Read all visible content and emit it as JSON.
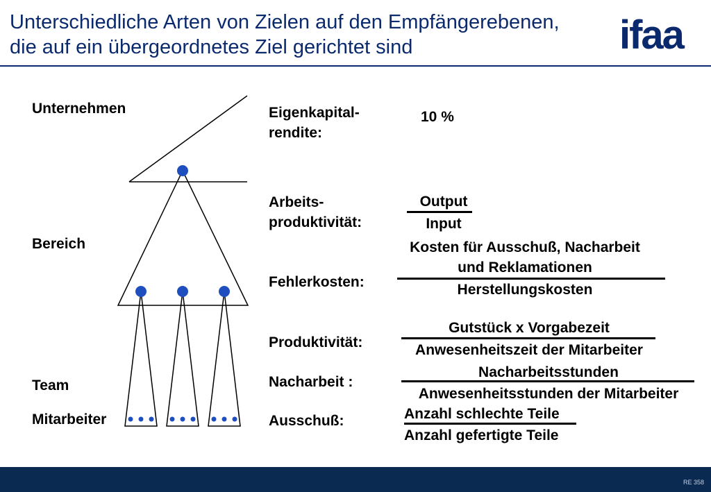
{
  "header": {
    "title_line1": "Unterschiedliche Arten von Zielen auf den Empfängerebenen,",
    "title_line2": "die auf ein übergeordnetes Ziel gerichtet sind",
    "logo": "ifaa"
  },
  "levels": {
    "unternehmen": "Unternehmen",
    "bereich": "Bereich",
    "team": "Team",
    "mitarbeiter": "Mitarbeiter"
  },
  "metrics": {
    "eigenkapital": {
      "label_line1": "Eigenkapital-",
      "label_line2": "rendite:",
      "value": "10 %"
    },
    "arbeitsproduktivitaet": {
      "label_line1": "Arbeits-",
      "label_line2": "produktivität:",
      "numerator": "Output",
      "denominator": "Input"
    },
    "fehlerkosten": {
      "label": "Fehlerkosten:",
      "numerator_line1": "Kosten für Ausschuß, Nacharbeit",
      "numerator_line2": "und Reklamationen",
      "denominator": "Herstellungskosten"
    },
    "produktivitaet": {
      "label": "Produktivität:",
      "numerator": "Gutstück x Vorgabezeit",
      "denominator": "Anwesenheitszeit der Mitarbeiter"
    },
    "nacharbeit": {
      "label": "Nacharbeit :",
      "numerator": "Nacharbeitsstunden",
      "denominator": "Anwesenheitsstunden der Mitarbeiter"
    },
    "ausschuss": {
      "label": "Ausschuß:",
      "numerator": "Anzahl schlechte Teile",
      "denominator": "Anzahl gefertigte Teile"
    }
  },
  "footer": {
    "code": "RE 358"
  },
  "colors": {
    "brand": "#0b2a6e",
    "dot": "#1f4fbf",
    "footer": "#0b2a52"
  }
}
